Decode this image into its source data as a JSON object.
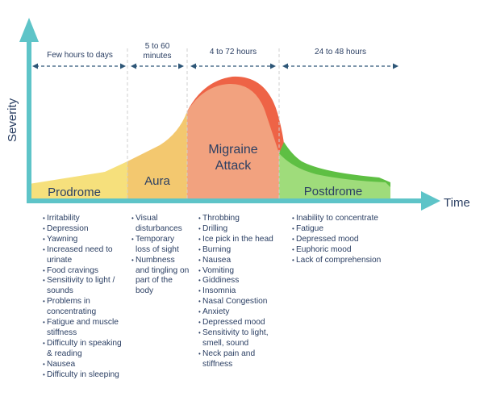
{
  "axes": {
    "y_label": "Severity",
    "x_label": "Time"
  },
  "colors": {
    "axis": "#5ec4c8",
    "prodrome": "#f6e07c",
    "aura": "#f3c86f",
    "attack": "#f2a27f",
    "attack_peak": "#ee6346",
    "postdrome": "#9fdc7b",
    "postdrome_edge": "#5ebf43",
    "text": "#2b3f63",
    "duration_line": "#2d5677"
  },
  "phases": [
    {
      "name": "Prodrome",
      "duration": "Few hours to days",
      "symptoms": [
        "Irritability",
        "Depression",
        "Yawning",
        "Increased need to urinate",
        "Food cravings",
        "Sensitivity to light / sounds",
        "Problems in concentrating",
        "Fatigue and muscle stiffness",
        "Difficulty in speaking & reading",
        "Nausea",
        "Difficulty in sleeping"
      ]
    },
    {
      "name": "Aura",
      "duration": "5 to 60 minutes",
      "symptoms": [
        "Visual disturbances",
        "Temporary loss of sight",
        "Numbness and tingling on part of the body"
      ]
    },
    {
      "name": "Migraine Attack",
      "duration": "4 to 72 hours",
      "symptoms": [
        "Throbbing",
        "Drilling",
        "Ice pick in the head",
        "Burning",
        "Nausea",
        "Vomiting",
        "Giddiness",
        "Insomnia",
        "Nasal Congestion",
        "Anxiety",
        "Depressed mood",
        "Sensitivity to light, smell, sound",
        "Neck pain and stiffness"
      ]
    },
    {
      "name": "Postdrome",
      "duration": "24 to 48 hours",
      "symptoms": [
        "Inability to concentrate",
        "Fatigue",
        "Depressed mood",
        "Euphoric mood",
        "Lack of comprehension"
      ]
    }
  ]
}
